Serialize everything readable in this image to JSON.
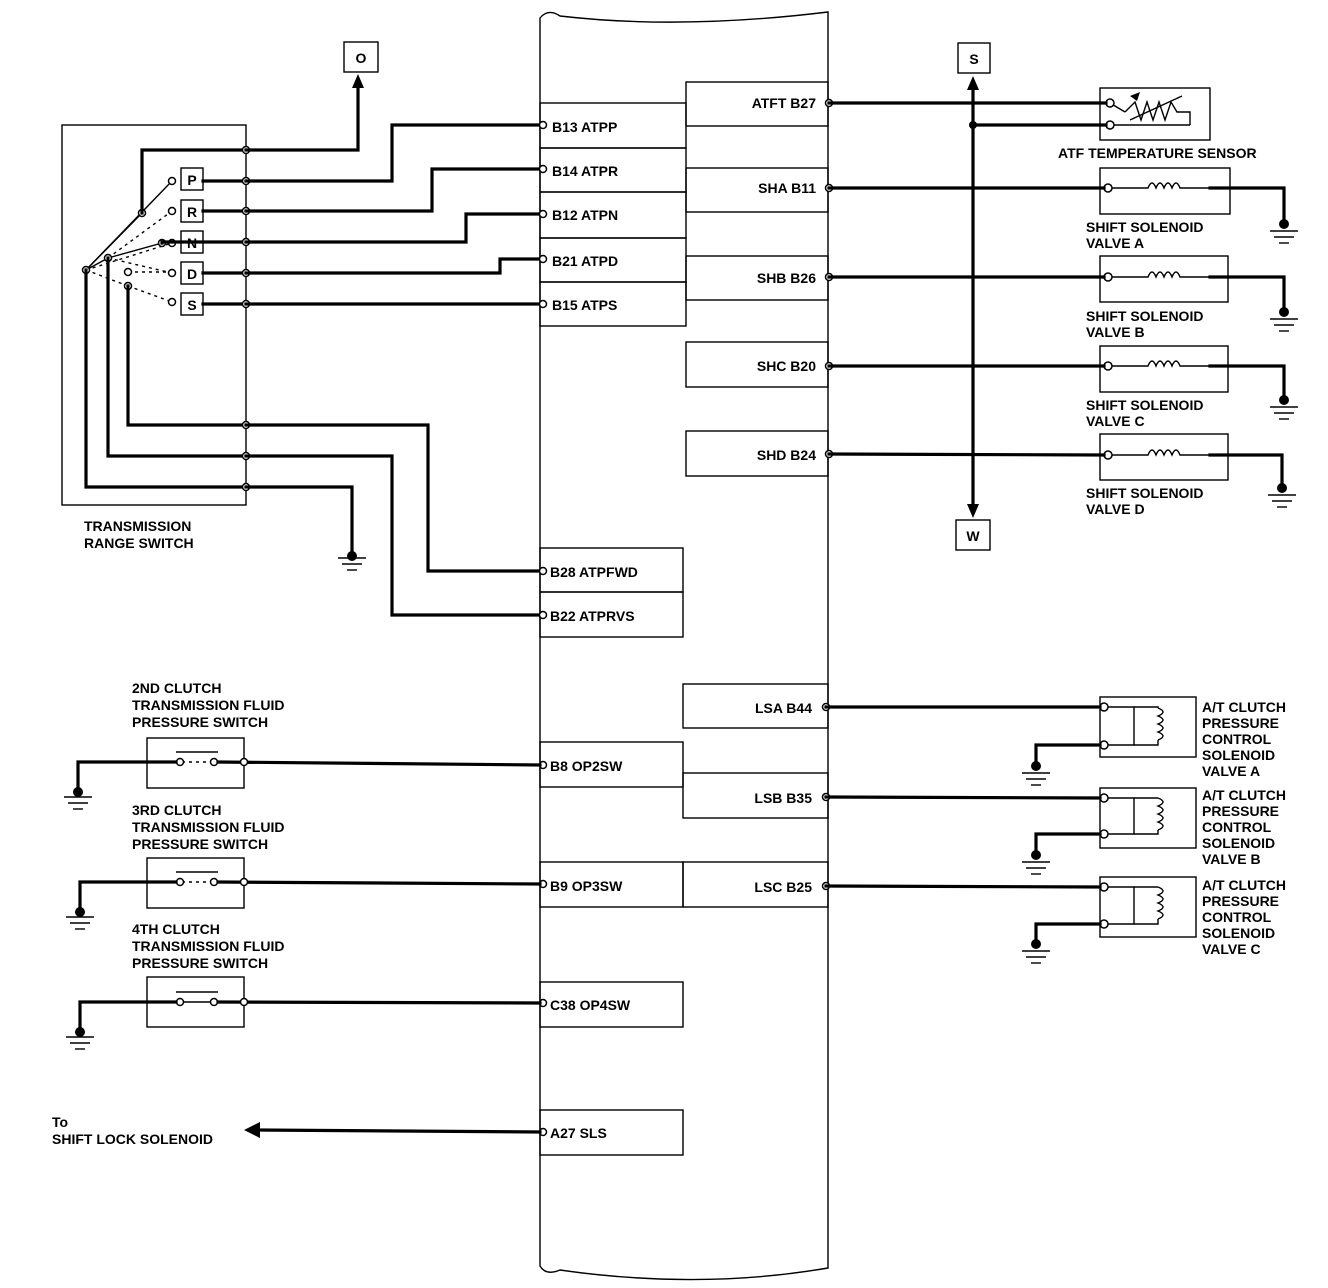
{
  "pins": {
    "b13": "B13 ATPP",
    "b14": "B14 ATPR",
    "b12": "B12  ATPN",
    "b21": "B21 ATPD",
    "b15": "B15 ATPS",
    "b28": "B28 ATPFWD",
    "b22": "B22 ATPRVS",
    "b8": "B8 OP2SW",
    "b9": "B9 OP3SW",
    "c38": "C38 OP4SW",
    "a27": "A27 SLS",
    "b27": "ATFT B27",
    "b11": "SHA B11",
    "b26": "SHB B26",
    "b20": "SHC B20",
    "b24": "SHD B24",
    "b44": "LSA B44",
    "b35": "LSB B35",
    "b25": "LSC B25"
  },
  "connectors": {
    "o": "O",
    "s": "S",
    "w": "W"
  },
  "positions": {
    "p": "P",
    "r": "R",
    "n": "N",
    "d": "D",
    "s": "S"
  },
  "labels": {
    "range_switch": [
      "TRANSMISSION",
      "RANGE SWITCH"
    ],
    "atf_sensor": "ATF TEMPERATURE SENSOR",
    "ssa": [
      "SHIFT SOLENOID",
      "VALVE A"
    ],
    "ssb": [
      "SHIFT SOLENOID",
      "VALVE B"
    ],
    "ssc": [
      "SHIFT SOLENOID",
      "VALVE C"
    ],
    "ssd": [
      "SHIFT SOLENOID",
      "VALVE D"
    ],
    "ps2": [
      "2ND CLUTCH",
      "TRANSMISSION FLUID",
      "PRESSURE SWITCH"
    ],
    "ps3": [
      "3RD CLUTCH",
      "TRANSMISSION FLUID",
      "PRESSURE SWITCH"
    ],
    "ps4": [
      "4TH CLUTCH",
      "TRANSMISSION FLUID",
      "PRESSURE SWITCH"
    ],
    "lca": [
      "A/T CLUTCH",
      "PRESSURE",
      "CONTROL",
      "SOLENOID",
      "VALVE A"
    ],
    "lcb": [
      "A/T CLUTCH",
      "PRESSURE",
      "CONTROL",
      "SOLENOID",
      "VALVE B"
    ],
    "lcc": [
      "A/T CLUTCH",
      "PRESSURE",
      "CONTROL",
      "SOLENOID",
      "VALVE C"
    ],
    "shift_lock": [
      "To",
      "SHIFT LOCK SOLENOID"
    ]
  }
}
